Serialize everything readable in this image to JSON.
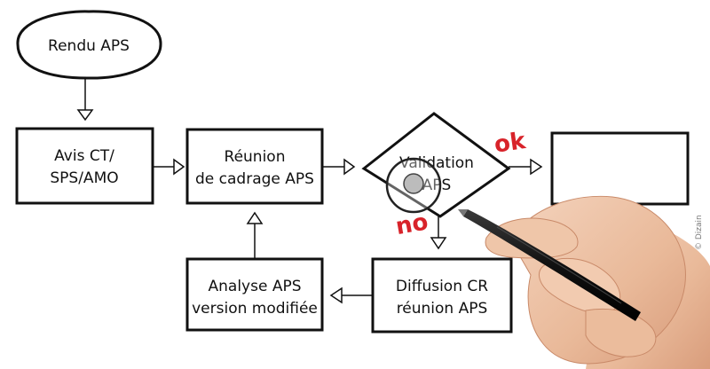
{
  "flowchart": {
    "start": {
      "label": "Rendu APS"
    },
    "avis": {
      "line1": "Avis CT/",
      "line2": "SPS/AMO"
    },
    "reunion": {
      "line1": "Réunion",
      "line2": "de cadrage APS"
    },
    "validation": {
      "line1": "Validation",
      "line2": "APS"
    },
    "outcome": {
      "label": ""
    },
    "diffusion": {
      "line1": "Diffusion CR",
      "line2": "réunion APS"
    },
    "analyse": {
      "line1": "Analyse APS",
      "line2": "version modifiée"
    }
  },
  "annotations": {
    "ok": "ok",
    "no": "no"
  },
  "credit": "© Dizain",
  "colors": {
    "ink": "#111111",
    "annotation": "#d8232a",
    "skin": "#eec3a6",
    "pen": "#151515"
  }
}
